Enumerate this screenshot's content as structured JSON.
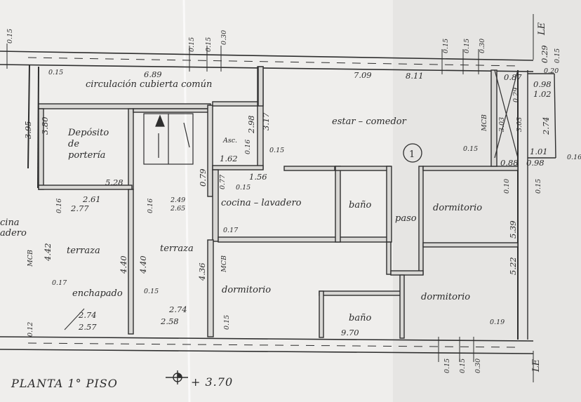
{
  "colors": {
    "paper": "#efeeec",
    "ink": "#2e2e2e",
    "wall_fill": "#d9d8d5",
    "fold_line": "#ffffff"
  },
  "title": "PLANTA 1° PISO",
  "level": "+ 3.70",
  "level_symbol": "level-marker-icon",
  "unit_number": "1",
  "lot_edge_top": "LE",
  "lot_edge_bottom": "LE",
  "rooms": {
    "circulacion": "circulación cubierta común",
    "deposito_1": "Depósito",
    "deposito_2": "de",
    "deposito_3": "portería",
    "asc": "Asc.",
    "estar": "estar – comedor",
    "cocina": "cocina – lavadero",
    "bano_1": "baño",
    "paso": "paso",
    "dormitorio_1": "dormitorio",
    "terraza_1": "terraza",
    "terraza_2": "terraza",
    "dormitorio_2": "dormitorio",
    "bano_2": "baño",
    "dormitorio_3": "dormitorio",
    "enchapado": "enchapado",
    "left_cut_1": "cina",
    "left_cut_2": "adero",
    "mcb_1": "MCB",
    "mcb_2": "MCB",
    "mcb_3": "MCB"
  },
  "dims": {
    "top_015_a": "0.15",
    "top_015_b": "0.15",
    "top_015_c": "0.15",
    "top_030_a": "0.30",
    "top_015_d": "0.15",
    "top_015_e": "0.15",
    "top_030_b": "0.30",
    "top_029": "0.29",
    "top_015_f": "0.15",
    "top_020": "0.20",
    "d_015_left": "0.15",
    "d_689": "6.89",
    "d_709": "7.09",
    "d_811": "8.11",
    "d_087": "0.87",
    "d_098": "0.98",
    "d_102": "1.02",
    "d_029b": "0.29",
    "d_303a": "3.03",
    "d_303b": "3.03",
    "d_274v": "2.74",
    "d_395": "3.95",
    "d_380": "3.80",
    "d_298": "2.98",
    "d_317": "3.17",
    "d_015_asc": "0.15",
    "d_016_asc": "0.16",
    "d_162": "1.62",
    "d_015_mid": "0.15",
    "d_015_r": "0.15",
    "d_101": "1.01",
    "d_016_far": "0.16",
    "d_088": "0.88",
    "d_098b": "0.98",
    "d_528": "5.28",
    "d_079": "0.79",
    "d_077": "0.77",
    "d_156": "1.56",
    "d_015_coc": "0.15",
    "d_010": "0.10",
    "d_015_rv": "0.15",
    "d_261": "2.61",
    "d_277": "2.77",
    "d_016_l": "0.16",
    "d_016_m": "0.16",
    "d_249": "2.49",
    "d_265": "2.65",
    "d_017_a": "0.17",
    "d_539": "5.39",
    "d_442": "4.42",
    "d_440a": "4.40",
    "d_440b": "4.40",
    "d_436": "4.36",
    "d_522": "5.22",
    "d_017_b": "0.17",
    "d_015_ench": "0.15",
    "d_274a": "2.74",
    "d_257": "2.57",
    "d_274b": "2.74",
    "d_258": "2.58",
    "d_015_bot": "0.15",
    "d_019": "0.19",
    "d_012": "0.12",
    "d_970": "9.70",
    "bot_015_a": "0.15",
    "bot_015_b": "0.15",
    "bot_030": "0.30"
  }
}
